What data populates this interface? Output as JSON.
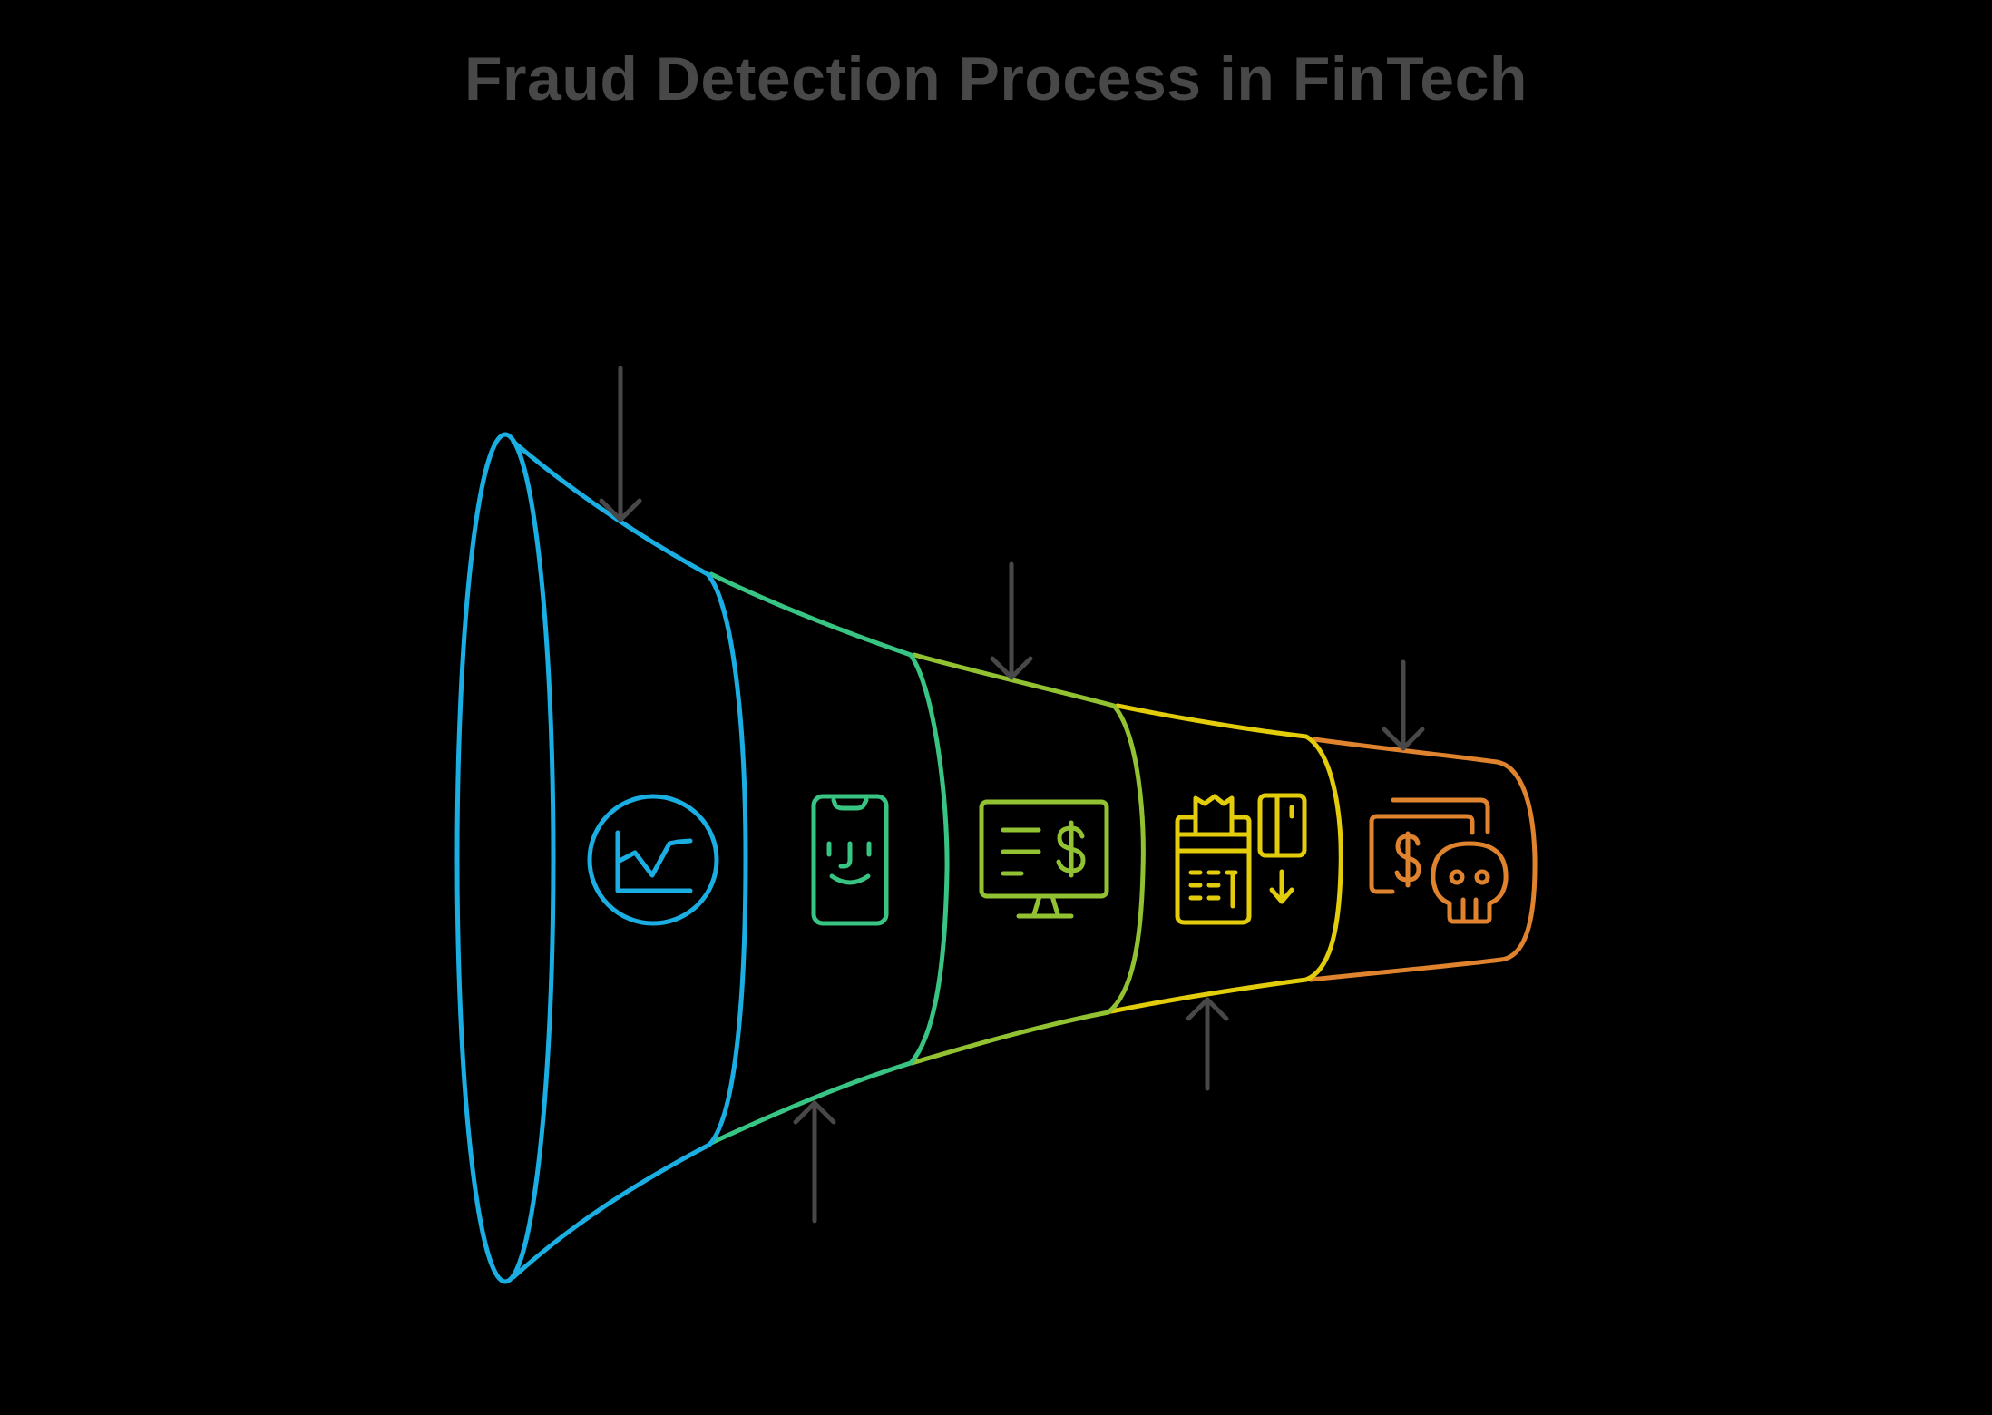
{
  "title": "Fraud Detection Process in FinTech",
  "colors": {
    "background": "#000000",
    "title": "#484848",
    "arrow": "#484848",
    "stage1": "#1AAEE3",
    "stage2": "#38C482",
    "stage3": "#92C232",
    "stage4": "#E3CD0B",
    "stage5": "#E0832E"
  },
  "stages": [
    {
      "id": 1,
      "icon": "chart-analytics-icon",
      "arrow_direction": "down"
    },
    {
      "id": 2,
      "icon": "face-id-phone-icon",
      "arrow_direction": "up"
    },
    {
      "id": 3,
      "icon": "monitor-dollar-icon",
      "arrow_direction": "down"
    },
    {
      "id": 4,
      "icon": "payment-terminal-card-icon",
      "arrow_direction": "up"
    },
    {
      "id": 5,
      "icon": "money-skull-fraud-icon",
      "arrow_direction": "down"
    }
  ]
}
